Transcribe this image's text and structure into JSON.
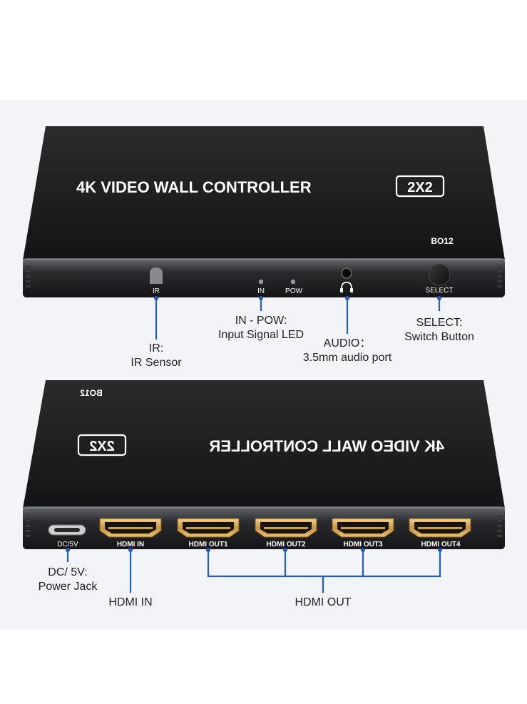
{
  "device": {
    "top_title": "4K VIDEO WALL CONTROLLER",
    "top_badge": "2X2",
    "model": "BO12",
    "front_labels": {
      "ir": "IR",
      "in": "IN",
      "pow": "POW",
      "select": "SELECT"
    },
    "rear_labels": {
      "dc": "DC/5V",
      "hdmi_in": "HDMI IN",
      "hdmi_out1": "HDMI OUT1",
      "hdmi_out2": "HDMI OUT2",
      "hdmi_out3": "HDMI OUT3",
      "hdmi_out4": "HDMI OUT4"
    }
  },
  "callouts": {
    "ir": {
      "title": "IR:",
      "desc": "IR Sensor"
    },
    "led": {
      "title": "IN - POW:",
      "desc": "Input Signal LED"
    },
    "audio": {
      "title": "AUDIO：",
      "desc": "3.5mm audio port"
    },
    "select": {
      "title": "SELECT:",
      "desc": "Switch Button"
    },
    "power": {
      "title": "DC/ 5V:",
      "desc": "Power Jack"
    },
    "hdmi_in": {
      "title": "HDMI IN"
    },
    "hdmi_out": {
      "title": "HDMI OUT"
    }
  },
  "colors": {
    "callout_line": "#1f5fbf",
    "device_body": "#1c1c1e",
    "hdmi_port": "#d7ad58"
  }
}
